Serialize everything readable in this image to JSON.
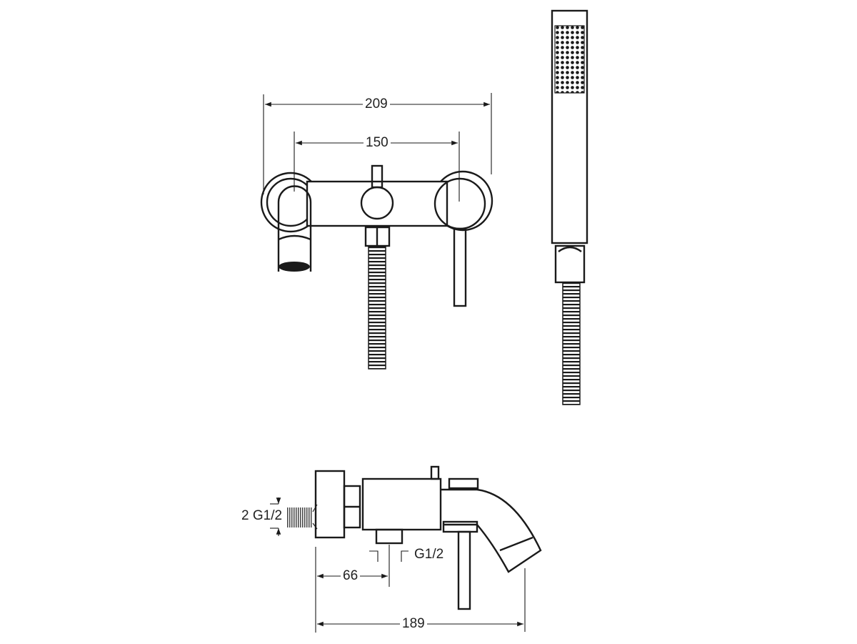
{
  "dimensions": {
    "overall_width": "209",
    "centers": "150",
    "wall_to_outlet": "66",
    "projection": "189",
    "inlet_thread": "2 G1/2",
    "outlet_thread": "G1/2"
  },
  "colors": {
    "line": "#1a1a1a",
    "background": "#ffffff"
  }
}
